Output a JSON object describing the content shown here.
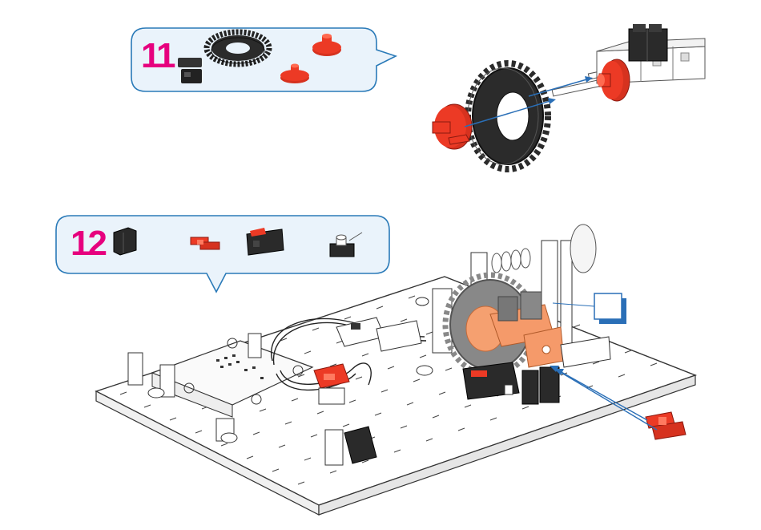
{
  "steps": [
    {
      "number": "11",
      "parts": [
        "black-2-slot-block",
        "large-black-gear",
        "red-hub-nut",
        "red-hub-flange"
      ]
    },
    {
      "number": "12",
      "parts": [
        "black-building-block",
        "red-clip-connector",
        "black-micro-switch",
        "black-led-module"
      ]
    }
  ],
  "colors": {
    "step_number": "#e6007e",
    "bubble_fill": "#eaf3fb",
    "bubble_stroke": "#2a7ab8",
    "arrow": "#2a6fb7",
    "part_red": "#ec3a25",
    "part_black": "#2a2a2a",
    "baseplate": "#ffffff"
  }
}
